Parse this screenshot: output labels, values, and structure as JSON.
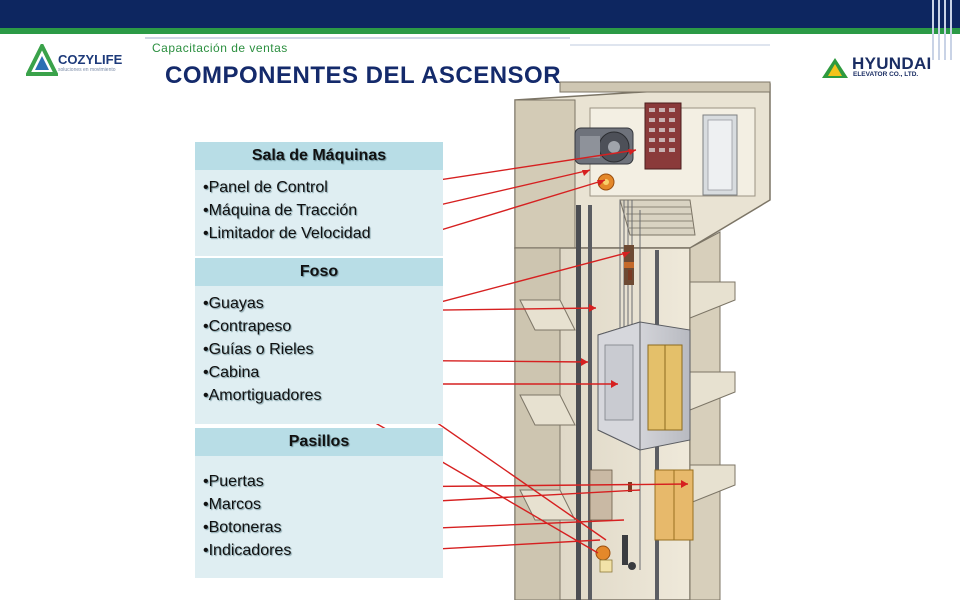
{
  "header": {
    "subtitle": "Capacitación de ventas",
    "title": "COMPONENTES DEL ASCENSOR"
  },
  "logos": {
    "left_brand": "COZYLIFE",
    "left_tag": "soluciones en movimiento",
    "right_brand": "HYUNDAI",
    "right_sub": "ELEVATOR CO., LTD."
  },
  "sections": [
    {
      "heading": "Sala de Máquinas",
      "items": [
        "•Panel de Control",
        "•Máquina de Tracción",
        "•Limitador de Velocidad"
      ]
    },
    {
      "heading": "Foso",
      "items": [
        "•Guayas",
        "•Contrapeso",
        "•Guías o Rieles",
        "•Cabina",
        "•Amortiguadores"
      ]
    },
    {
      "heading": "Pasillos",
      "items": [
        "•Puertas",
        "•Marcos",
        "•Botoneras",
        "•Indicadores"
      ]
    }
  ],
  "colors": {
    "navy": "#0d2660",
    "green": "#2b9a46",
    "panel_head": "#b8dde6",
    "panel_body": "#dfeef2",
    "arrow": "#d62020"
  }
}
